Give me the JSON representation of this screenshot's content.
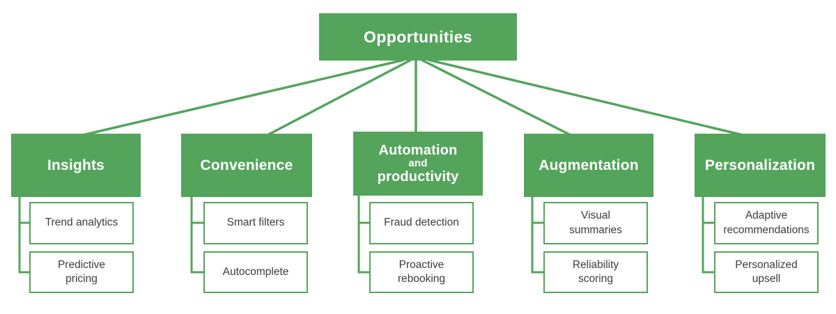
{
  "diagram": {
    "root": {
      "label": "Opportunities"
    },
    "branches": [
      {
        "label": "Insights",
        "children": [
          "Trend analytics",
          "Predictive\npricing"
        ]
      },
      {
        "label": "Convenience",
        "children": [
          "Smart filters",
          "Autocomplete"
        ]
      },
      {
        "label_top": "Automation",
        "label_mid": "and",
        "label_bottom": "productivity",
        "children": [
          "Fraud detection",
          "Proactive\nrebooking"
        ]
      },
      {
        "label": "Augmentation",
        "children": [
          "Visual\nsummaries",
          "Reliability\nscoring"
        ]
      },
      {
        "label": "Personalization",
        "children": [
          "Adaptive\nrecommendations",
          "Personalized\nupsell"
        ]
      }
    ]
  },
  "colors": {
    "accent_green": "#54A45C",
    "child_text": "#3C3C3C",
    "root_text": "#FFFFFF",
    "background": "#FFFFFF"
  }
}
